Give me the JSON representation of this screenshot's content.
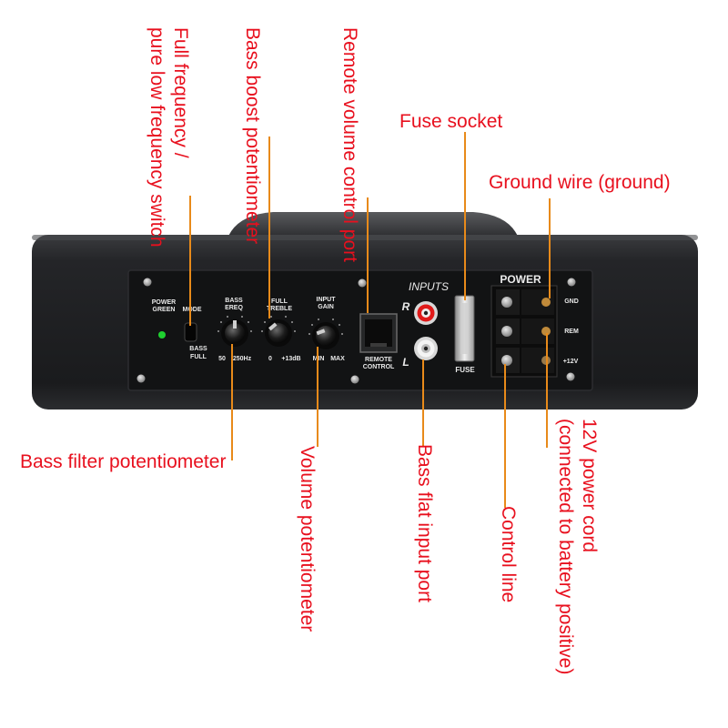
{
  "callouts": {
    "mode_switch": "Full frequency /\npure low frequency switch",
    "bass_boost": "Bass boost potentiometer",
    "remote_port": "Remote volume control port",
    "fuse_socket": "Fuse socket",
    "ground_wire": "Ground wire (ground)",
    "bass_filter": "Bass filter potentiometer",
    "volume": "Volume potentiometer",
    "bass_flat": "Bass flat input port",
    "control_line": "Control line",
    "power_cord": "12V power cord\n(connected to battery positive)"
  },
  "panel": {
    "power_green": "POWER\nGREEN",
    "mode": "MODE",
    "bass_sw": "BASS",
    "full_sw": "FULL",
    "bass_freq": "BASS\nEREQ",
    "bass_freq_min": "50",
    "bass_freq_max": "250Hz",
    "full_treble": "FULL\nTREBLE",
    "treble_min": "0",
    "treble_max": "+13dB",
    "input_gain": "INPUT\nGAIN",
    "gain_min": "MIN",
    "gain_max": "MAX",
    "remote_control": "REMOTE\nCONTROL",
    "inputs": "INPUTS",
    "r": "R",
    "l": "L",
    "fuse": "FUSE",
    "power": "POWER",
    "gnd": "GND",
    "rem": "REM",
    "v12": "+12V"
  },
  "colors": {
    "callout": "#e8101e",
    "leader": "#e88a1a",
    "chassis": "#1e1f21",
    "panel": "#111213"
  }
}
